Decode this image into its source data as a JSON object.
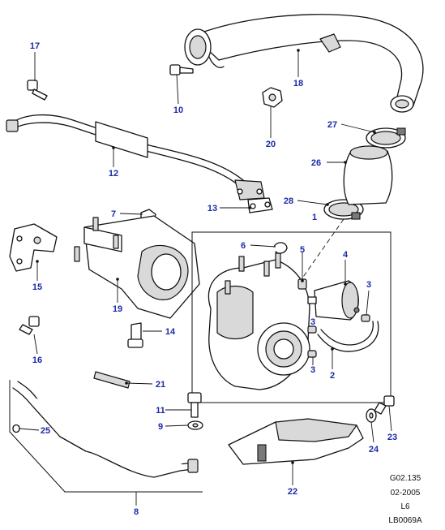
{
  "callouts": {
    "c1": "1",
    "c2": "2",
    "c3a": "3",
    "c3b": "3",
    "c3c": "3",
    "c4": "4",
    "c5": "5",
    "c6": "6",
    "c7": "7",
    "c8": "8",
    "c9": "9",
    "c10": "10",
    "c11": "11",
    "c12": "12",
    "c13": "13",
    "c14": "14",
    "c15": "15",
    "c16": "16",
    "c17": "17",
    "c18": "18",
    "c19": "19",
    "c20": "20",
    "c21": "21",
    "c22": "22",
    "c23": "23",
    "c24": "24",
    "c25": "25",
    "c26": "26",
    "c27": "27",
    "c28": "28"
  },
  "info_block": {
    "section_code": "G02.135",
    "date": "02-2005",
    "variant": "L6",
    "drawing_ref": "LB0069A"
  }
}
